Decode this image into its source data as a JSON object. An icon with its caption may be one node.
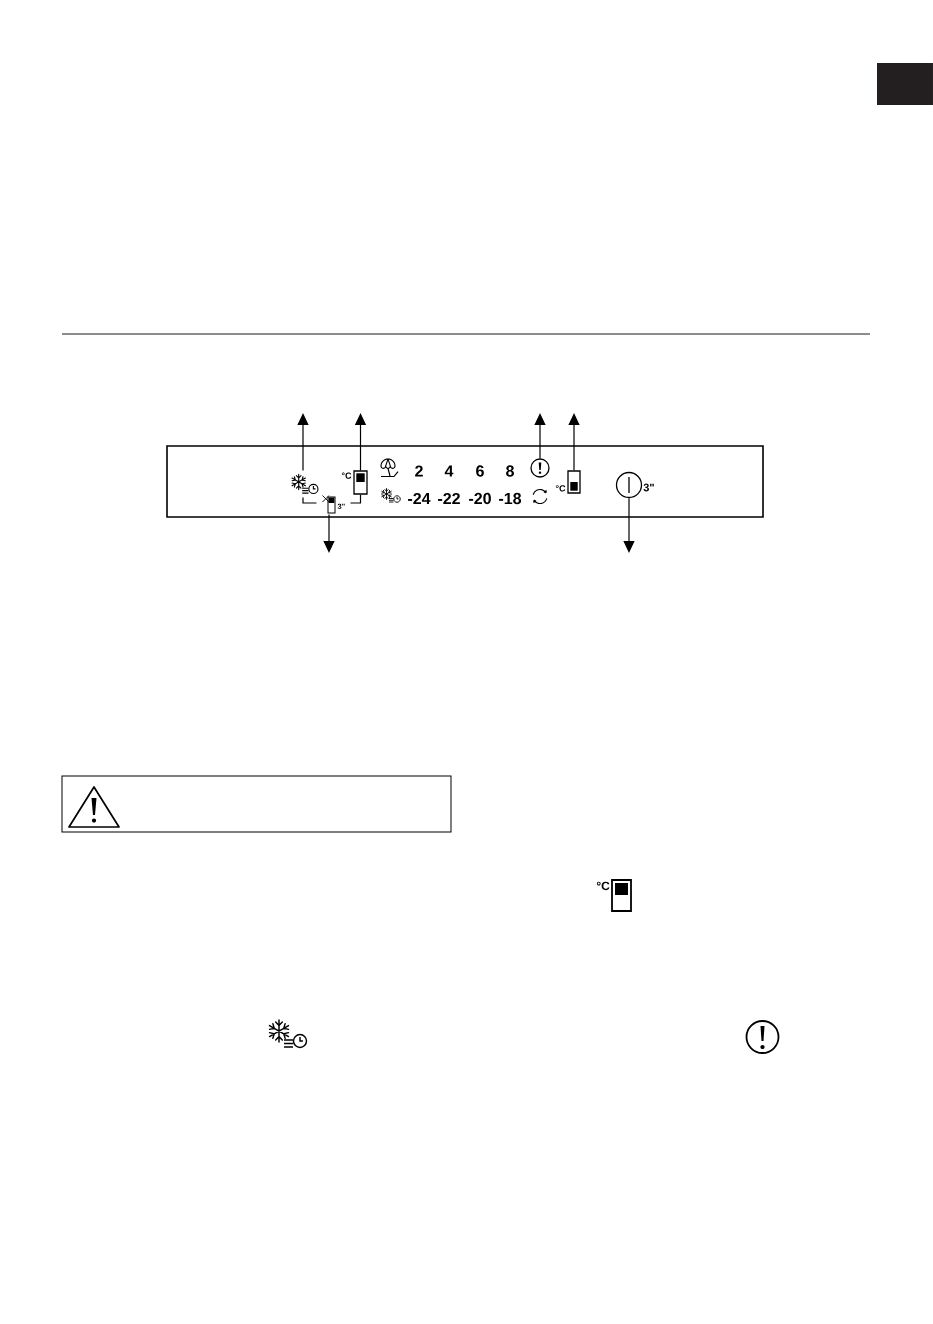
{
  "diagram": {
    "nodes": [
      {
        "text": [],
        "shape": "box"
      },
      {
        "text": [],
        "shape": "picture",
        "in": 0
      },
      {
        "text": [
          "°C"
        ],
        "in": 0
      },
      {
        "text": [],
        "shape": "circle",
        "in": 0
      },
      {
        "text": [
          "°C"
        ],
        "in": 0
      },
      {
        "text": [
          "3\""
        ],
        "in": 0
      },
      {
        "text": [
          "3\""
        ],
        "in": 0
      },
      {
        "text": [],
        "shape": "box"
      }
    ],
    "edges": [
      {
        "from": 1,
        "to": null,
        "arrow": "to"
      },
      {
        "from": 2,
        "to": null,
        "arrow": "to"
      },
      {
        "from": 3,
        "to": null,
        "arrow": "to"
      },
      {
        "from": 4,
        "to": null,
        "arrow": "to"
      },
      {
        "from": 5,
        "to": null,
        "arrow": "to"
      },
      {
        "from": 6,
        "to": null,
        "arrow": "to"
      },
      {
        "from": 1,
        "to": 6,
        "arrow": "none"
      },
      {
        "from": 2,
        "to": 6,
        "arrow": "none"
      }
    ],
    "labels": [
      "2",
      "4",
      "6",
      "8",
      "-24",
      "-22",
      "-20",
      "-18",
      "°C"
    ]
  }
}
